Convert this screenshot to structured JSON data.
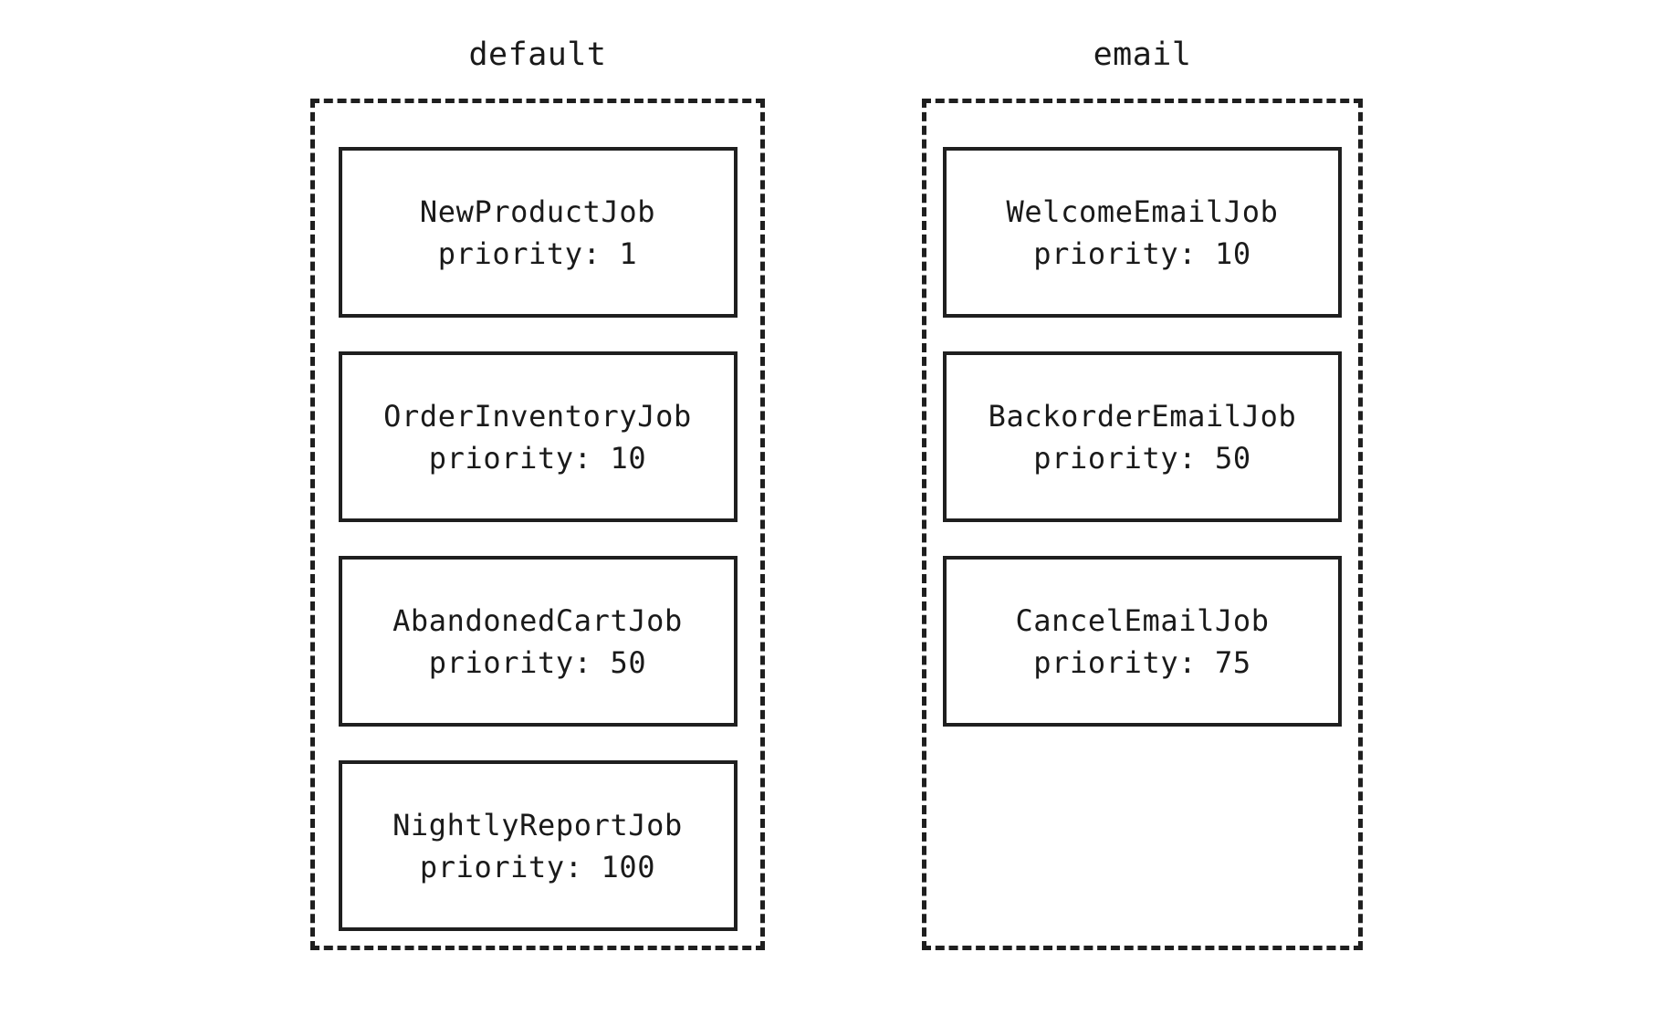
{
  "diagram": {
    "title_visible": false,
    "background_color": "#ffffff",
    "line_color": "#1f1f1f",
    "text_color": "#1a1a1a"
  },
  "queues": [
    {
      "name": "default",
      "jobs": [
        {
          "name": "NewProductJob",
          "priority_label": "priority: 1",
          "priority": 1
        },
        {
          "name": "OrderInventoryJob",
          "priority_label": "priority: 10",
          "priority": 10
        },
        {
          "name": "AbandonedCartJob",
          "priority_label": "priority: 50",
          "priority": 50
        },
        {
          "name": "NightlyReportJob",
          "priority_label": "priority: 100",
          "priority": 100
        }
      ]
    },
    {
      "name": "email",
      "jobs": [
        {
          "name": "WelcomeEmailJob",
          "priority_label": "priority: 10",
          "priority": 10
        },
        {
          "name": "BackorderEmailJob",
          "priority_label": "priority: 50",
          "priority": 50
        },
        {
          "name": "CancelEmailJob",
          "priority_label": "priority: 75",
          "priority": 75
        }
      ]
    }
  ]
}
